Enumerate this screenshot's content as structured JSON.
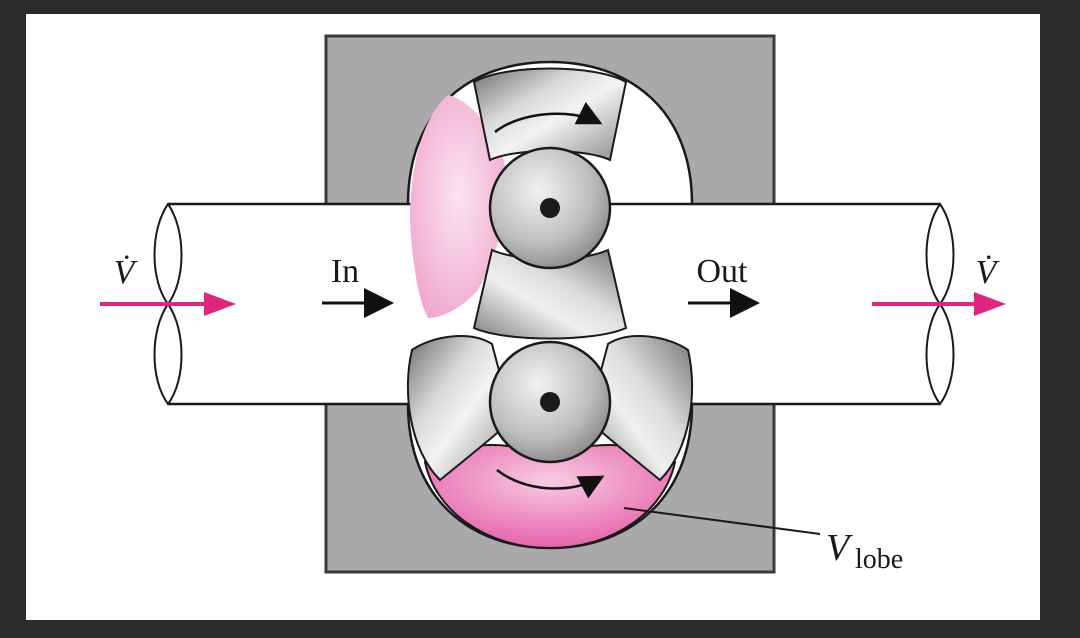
{
  "labels": {
    "flow_symbol": "V̇",
    "inlet": "In",
    "outlet": "Out",
    "lobe_volume_main": "V",
    "lobe_volume_sub": "lobe"
  },
  "colors": {
    "frame": "#2b2b2b",
    "paper": "#ffffff",
    "housing": "#a9a9ab",
    "fluid_pink": "#e865ac",
    "fluid_light": "#f4bcd8",
    "flow_arrow": "#e0257f",
    "rotor_steel": "#c7c7c9"
  },
  "icons": [
    "left-pipe-inflow-arrow",
    "right-pipe-outflow-arrow",
    "upper-rotor-rotation-arrow",
    "lower-rotor-rotation-arrow"
  ]
}
